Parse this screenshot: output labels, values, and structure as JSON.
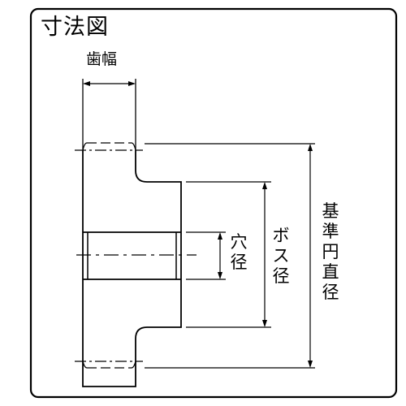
{
  "title": "寸法図",
  "labels": {
    "face_width": "歯幅",
    "bore_diameter": "穴径",
    "boss_diameter": "ボス径",
    "pitch_diameter": "基準円直径"
  },
  "colors": {
    "line": "#000000",
    "background": "#ffffff"
  }
}
